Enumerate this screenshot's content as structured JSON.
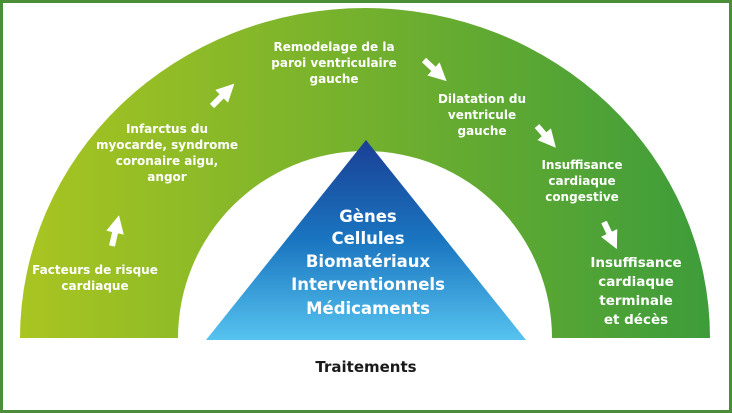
{
  "stages": [
    "Facteurs de risque\ncardiaque",
    "Infarctus du\nmyocarde, syndrome\ncoronaire aigu,\nangor",
    "Remodelage de la\nparoi ventriculaire\ngauche",
    "Dilatation du ventricule\ngauche",
    "Insuffisance\ncardiaque\ncongestive",
    "Insuffisance\ncardiaque\nterminale\net décès"
  ],
  "treatments": [
    "Gènes",
    "Cellules",
    "Biomatériaux",
    "Interventionnels",
    "Médicaments"
  ],
  "caption": "Traitements",
  "colors": {
    "arc_left": "#a9c521",
    "arc_right": "#3d9c3a",
    "triangle_top": "#1a3f95",
    "triangle_mid": "#1a75c0",
    "triangle_bottom": "#56c3ef",
    "frame": "#4a8e3a",
    "arrow": "#ffffff"
  }
}
